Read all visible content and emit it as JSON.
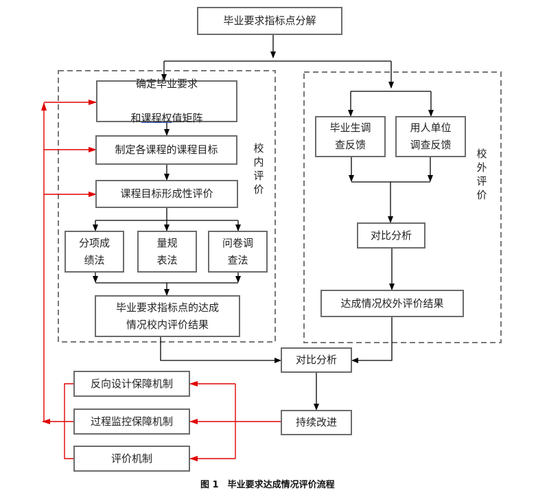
{
  "colors": {
    "box_border": "#6b6b6b",
    "arrow": "#000000",
    "feedback": "#e00000",
    "dashed": "#777777",
    "underline": "#2b5bd7"
  },
  "top": {
    "title": "毕业要求指标点分解"
  },
  "internal": {
    "label": "校内评价",
    "step1_line1": "确定毕业要求",
    "step1_line2_pre": "和",
    "step1_line2_ul": "课程权",
    "step1_line2_post": "值矩阵",
    "step2": "制定各课程的课程目标",
    "step3": "课程目标形成性评价",
    "methods": [
      "分项成\n绩法",
      "量规\n表法",
      "问卷调\n查法"
    ],
    "result": "毕业要求指标点的达成\n情况校内评价结果"
  },
  "external": {
    "label": "校外评价",
    "surveys": [
      "毕业生调\n查反馈",
      "用人单位\n调查反馈"
    ],
    "compare": "对比分析",
    "result": "达成情况校外评价结果"
  },
  "final": {
    "compare": "对比分析",
    "improve": "持续改进"
  },
  "mechanisms": [
    "反向设计保障机制",
    "过程监控保障机制",
    "评价机制"
  ],
  "caption": "图 1　毕业要求达成情况评价流程"
}
